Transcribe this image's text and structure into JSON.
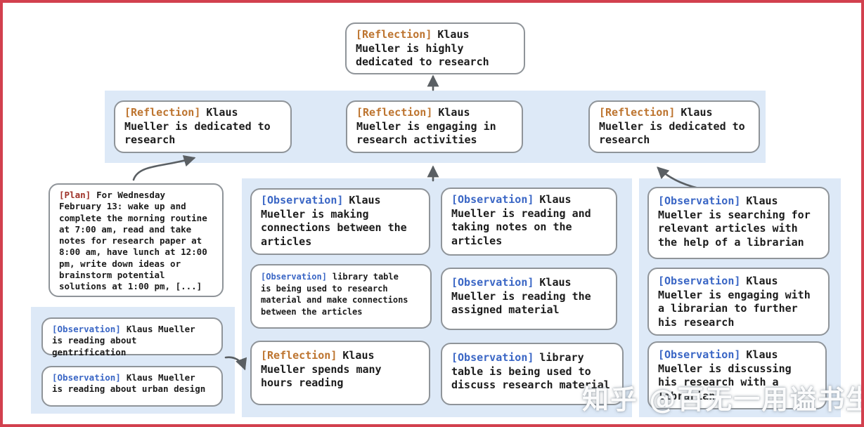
{
  "watermark": "知乎 @百无一用谥书生",
  "colors": {
    "frame_border": "#d2404e",
    "cluster_background": "#dde9f7",
    "node_border": "#8f9499",
    "reflection_tag": "#bd742f",
    "observation_tag": "#3a66c5",
    "plan_tag": "#9e3128",
    "arrow": "#5a5f63",
    "text": "#1b1b1b"
  },
  "nodes": {
    "top": {
      "tag": "[Reflection]",
      "text": "Klaus Mueller is highly dedicated to research"
    },
    "row": [
      {
        "tag": "[Reflection]",
        "text": "Klaus Mueller is dedicated to research"
      },
      {
        "tag": "[Reflection]",
        "text": "Klaus Mueller is engaging in research activities"
      },
      {
        "tag": "[Reflection]",
        "text": "Klaus Mueller is dedicated to research"
      }
    ],
    "plan": {
      "tag": "[Plan]",
      "text": "For Wednesday February 13: wake up and complete the morning routine at 7:00 am, read and take notes for research paper at 8:00 am, have lunch at 12:00 pm, write down ideas or brainstorm potential solutions at 1:00 pm, [...]"
    },
    "left_cluster": [
      {
        "tag": "[Observation]",
        "text": "Klaus Mueller is reading about gentrification"
      },
      {
        "tag": "[Observation]",
        "text": "Klaus Mueller is reading about urban design"
      }
    ],
    "mid_cluster_left": [
      {
        "tag": "[Observation]",
        "text": "Klaus Mueller is making connections between the articles"
      },
      {
        "tag": "[Observation]",
        "text": "library table is being used to research material and make connections between the articles"
      },
      {
        "tag": "[Reflection]",
        "text": "Klaus Mueller spends many hours reading"
      }
    ],
    "mid_cluster_right": [
      {
        "tag": "[Observation]",
        "text": "Klaus Mueller is reading and taking notes on the articles"
      },
      {
        "tag": "[Observation]",
        "text": "Klaus Mueller is reading the assigned material"
      },
      {
        "tag": "[Observation]",
        "text": "library table is being used to discuss research material"
      }
    ],
    "right_cluster": [
      {
        "tag": "[Observation]",
        "text": "Klaus Mueller is searching for relevant articles with the help of a librarian"
      },
      {
        "tag": "[Observation]",
        "text": "Klaus Mueller is engaging with a librarian to further his research"
      },
      {
        "tag": "[Observation]",
        "text": "Klaus Mueller is discussing his research with a librarian"
      }
    ]
  }
}
